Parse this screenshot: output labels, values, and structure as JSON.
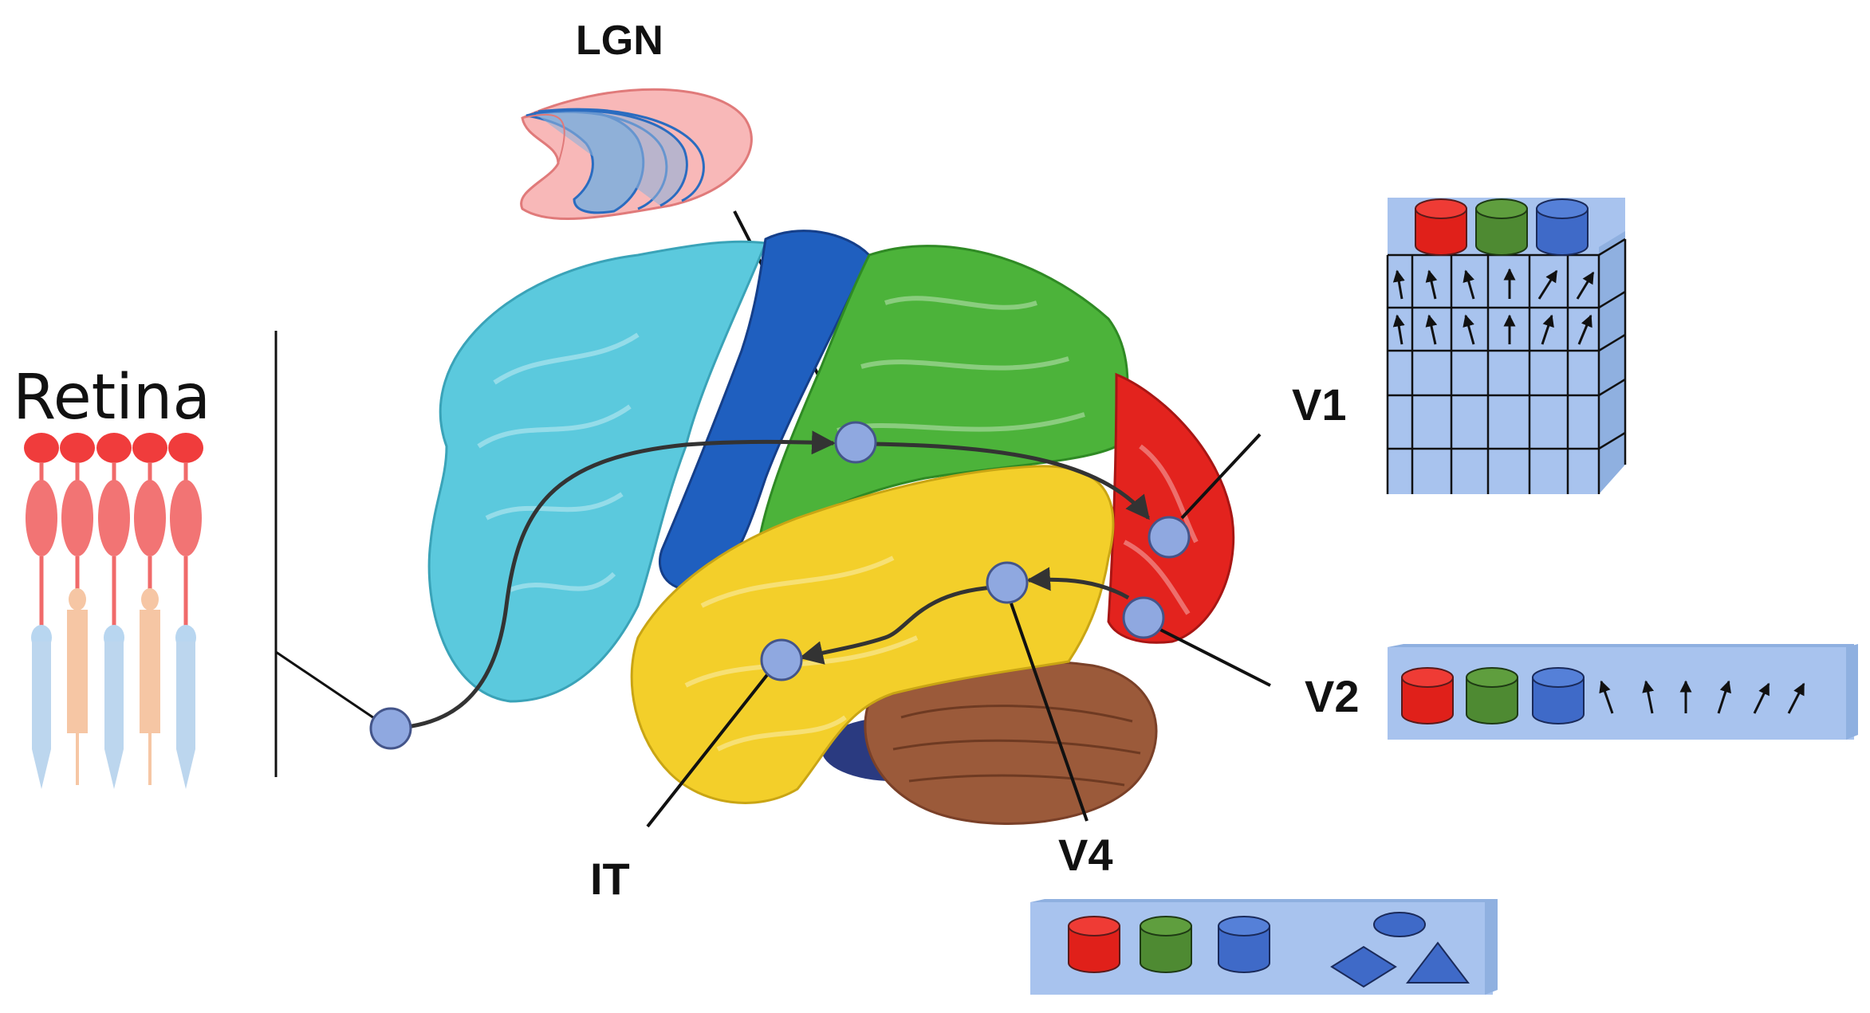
{
  "labels": {
    "retina": "Retina",
    "lgn": "LGN",
    "v1": "V1",
    "v2": "V2",
    "v4": "V4",
    "it": "IT"
  },
  "colors": {
    "node_fill": "#8fa8e0",
    "node_stroke": "#44558a",
    "pathway": "#333333",
    "feature_panel": "#a8c3ee",
    "cylinder_red": "#e0201a",
    "cylinder_green": "#4e8a32",
    "cylinder_blue": "#3f6ac8",
    "brain_frontal": "#5bc9dd",
    "brain_motor": "#1f5fbf",
    "brain_parietal": "#4cb33a",
    "brain_temporal": "#f3cf2a",
    "brain_occipital": "#e3231e",
    "brain_cerebellum": "#9b5a3a",
    "retina_rod": "#f06a6a",
    "retina_cone": "#bcd6ee",
    "lgn_fill": "#f8b8b8",
    "lgn_layers": "#8fb0d8"
  },
  "icons": [
    "cylinder-icon",
    "arrow-icon",
    "ellipse-icon",
    "diamond-icon",
    "triangle-icon",
    "neuron-node-icon"
  ]
}
